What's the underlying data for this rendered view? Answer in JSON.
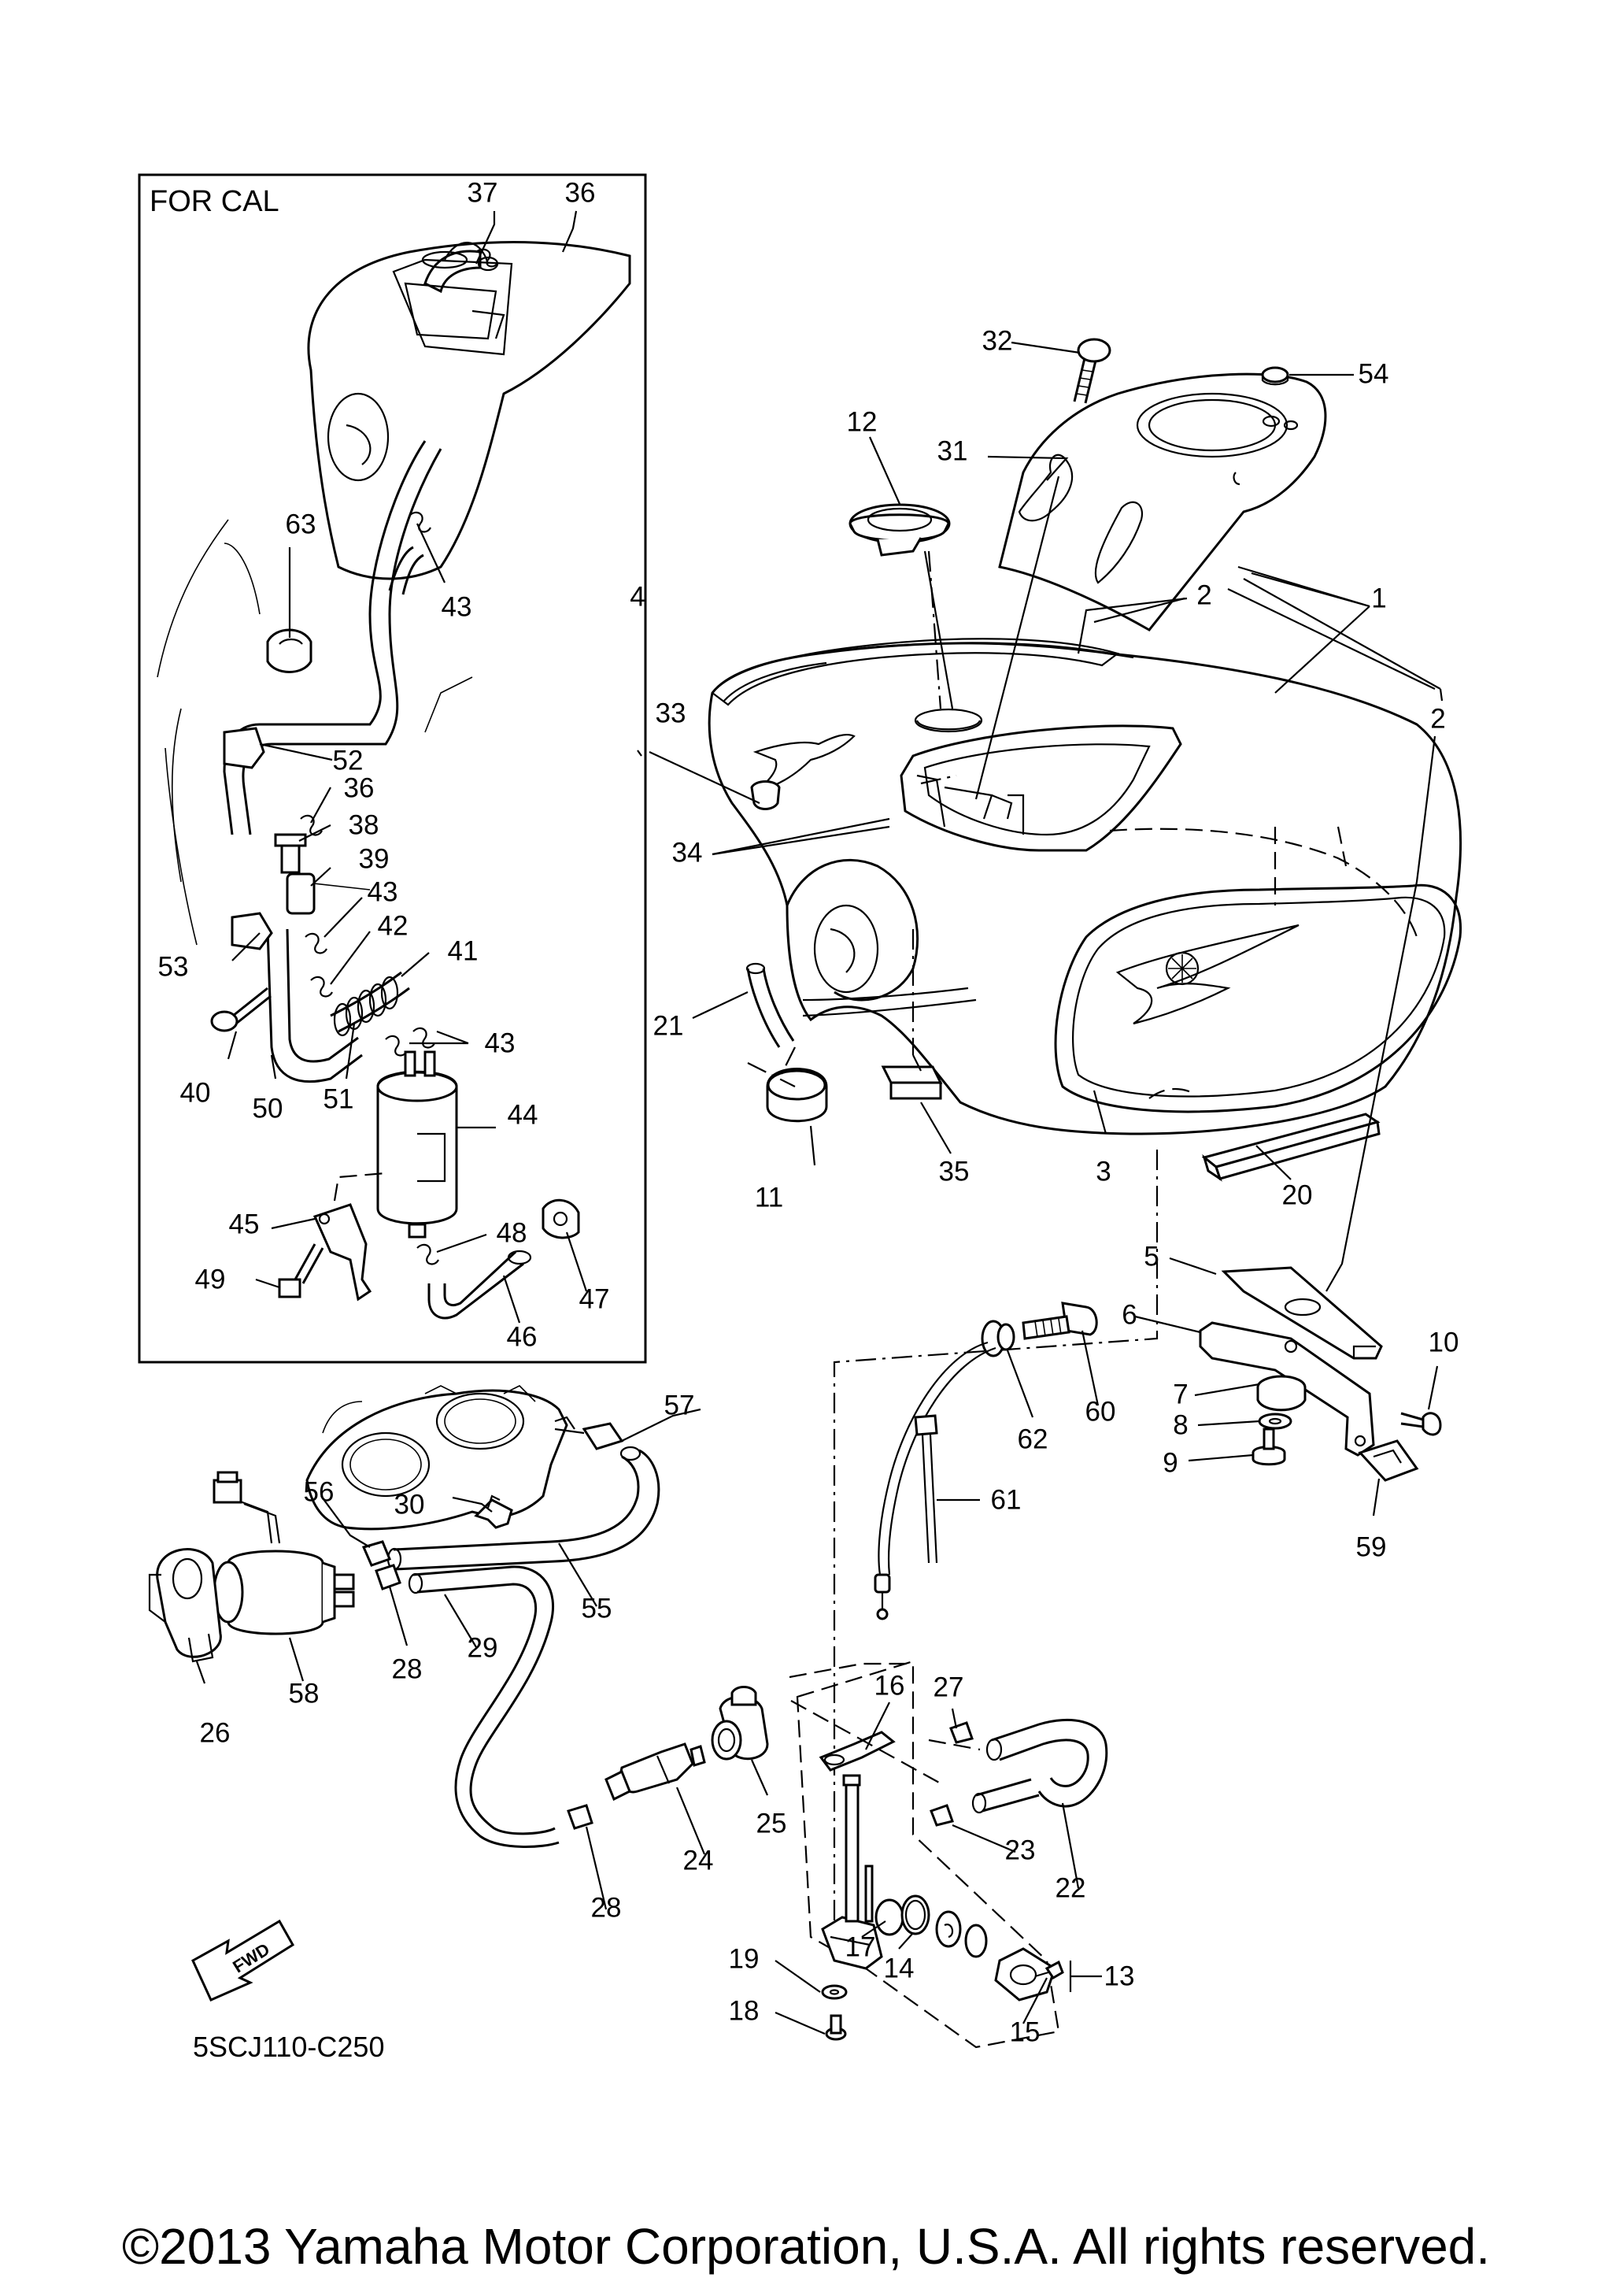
{
  "inset_title": "FOR CAL",
  "diagram_code": "5SCJ110-C250",
  "fwd_label": "FWD",
  "copyright": "©2013 Yamaha Motor Corporation, U.S.A. All rights reserved.",
  "callouts": {
    "c37": "37",
    "c36a": "36",
    "c63": "63",
    "c43a": "43",
    "c52": "52",
    "c36b": "36",
    "c38": "38",
    "c39": "39",
    "c43b": "43",
    "c42": "42",
    "c41": "41",
    "c53": "53",
    "c43c": "43",
    "c40": "40",
    "c50": "50",
    "c51": "51",
    "c44": "44",
    "c45": "45",
    "c48": "48",
    "c49": "49",
    "c47": "47",
    "c46": "46",
    "c32": "32",
    "c54": "54",
    "c12": "12",
    "c31": "31",
    "c2a": "2",
    "c1": "1",
    "c4": "4",
    "c33": "33",
    "c2b": "2",
    "c34": "34",
    "c21": "21",
    "c11": "11",
    "c35": "35",
    "c3": "3",
    "c20": "20",
    "c5": "5",
    "c6": "6",
    "c10": "10",
    "c7": "7",
    "c8": "8",
    "c9": "9",
    "c59": "59",
    "c60": "60",
    "c62": "62",
    "c61": "61",
    "c57": "57",
    "c56": "56",
    "c30": "30",
    "c55": "55",
    "c28a": "28",
    "c29": "29",
    "c58": "58",
    "c26": "26",
    "c16": "16",
    "c27": "27",
    "c25": "25",
    "c23": "23",
    "c22": "22",
    "c24": "24",
    "c28b": "28",
    "c17": "17",
    "c14": "14",
    "c19": "19",
    "c13": "13",
    "c15": "15",
    "c18": "18"
  }
}
